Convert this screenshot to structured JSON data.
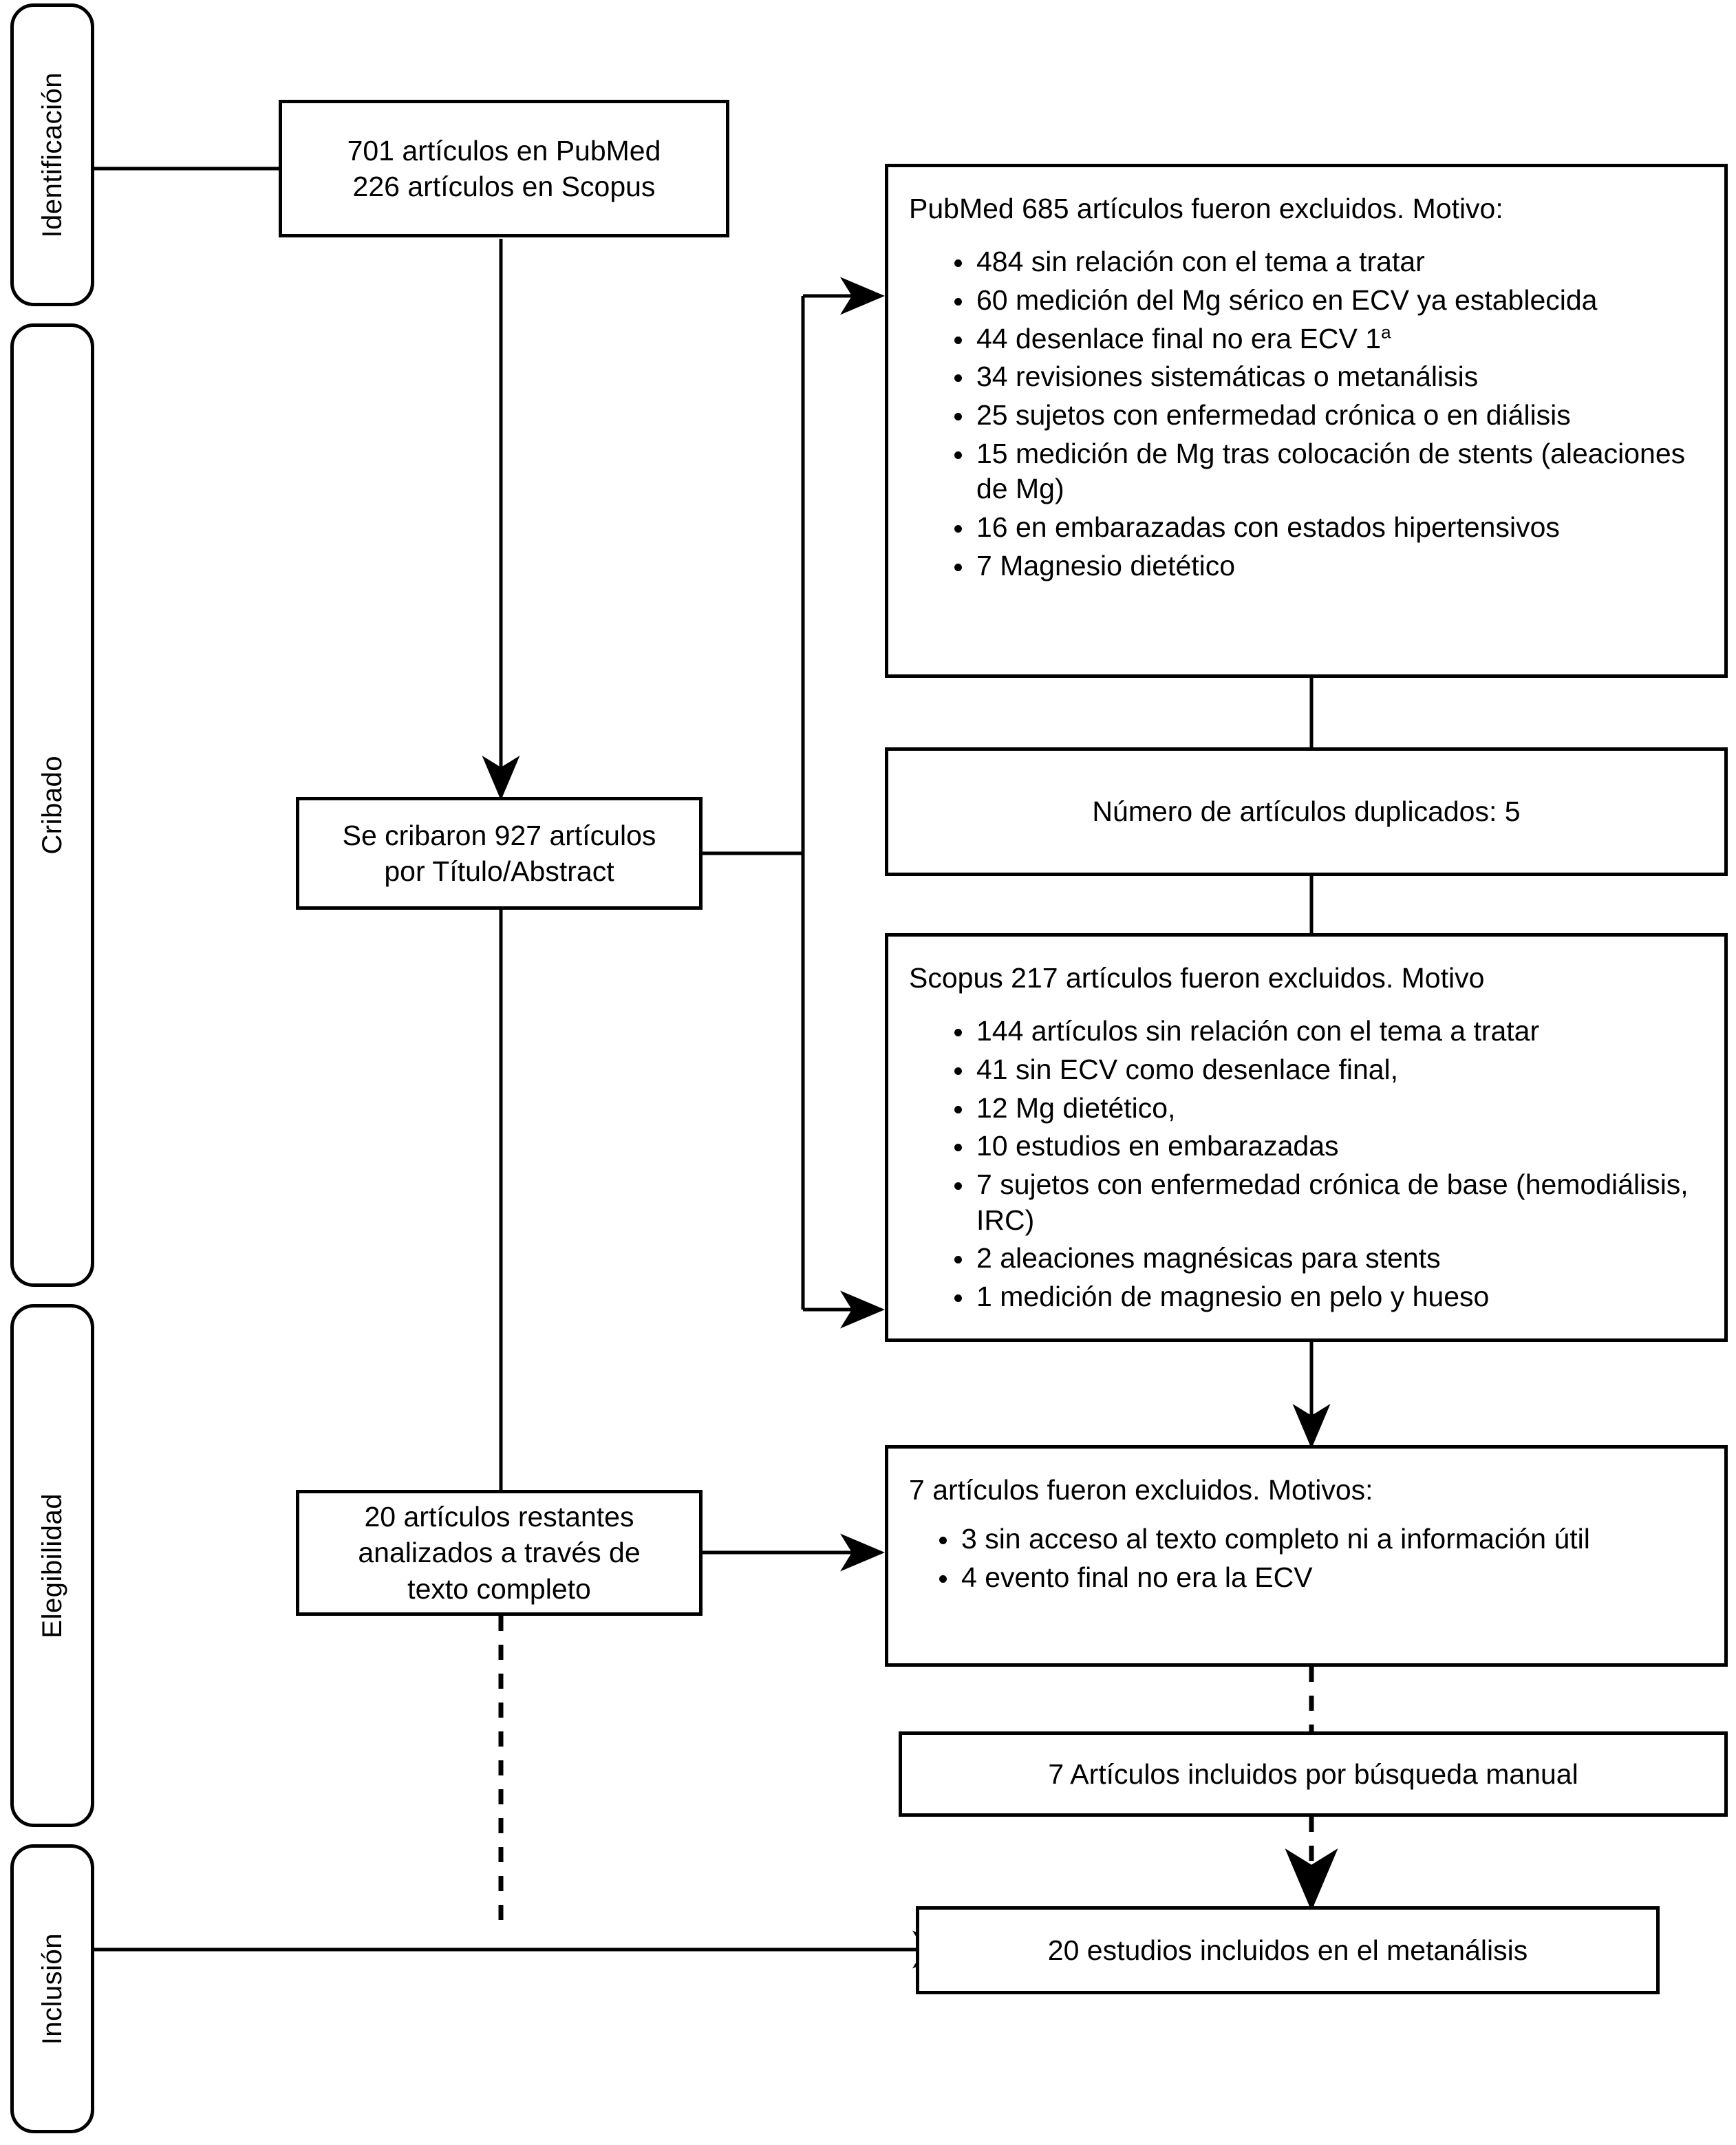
{
  "diagram": {
    "type": "prisma-flow-diagram",
    "language": "es"
  },
  "phases": [
    {
      "id": "identificacion",
      "label": "Identificación"
    },
    {
      "id": "cribado",
      "label": "Cribado"
    },
    {
      "id": "elegibilidad",
      "label": "Elegibilidad"
    },
    {
      "id": "inclusion",
      "label": "Inclusión"
    }
  ],
  "boxes": {
    "identification": {
      "line1": "701 artículos en PubMed",
      "line2": "226 artículos en Scopus",
      "text": "701 artículos en PubMed\n226 artículos en Scopus"
    },
    "pubmed_excluded": {
      "title": "PubMed 685 artículos fueron excluidos. Motivo:",
      "reasons": [
        "484 sin relación con el tema a tratar",
        "60 medición del Mg sérico en ECV ya establecida",
        "44 desenlace final no era ECV 1ª",
        "34 revisiones sistemáticas o metanálisis",
        "25 sujetos con enfermedad crónica o en diálisis",
        "15 medición de Mg tras colocación de stents (aleaciones de Mg)",
        "16 en embarazadas con estados hipertensivos",
        " 7 Magnesio dietético"
      ]
    },
    "duplicates": {
      "text": "Número de artículos duplicados: 5"
    },
    "screening": {
      "text": "Se cribaron 927 artículos\npor Título/Abstract"
    },
    "scopus_excluded": {
      "title": "Scopus 217 artículos fueron excluidos. Motivo",
      "reasons": [
        "144 artículos sin relación con el tema a tratar",
        "41 sin ECV como desenlace final,",
        "12 Mg dietético,",
        "10 estudios en embarazadas",
        " 7 sujetos con enfermedad crónica de base (hemodiálisis, IRC)",
        "2 aleaciones magnésicas para stents",
        "1 medición de magnesio en pelo y hueso"
      ]
    },
    "fulltext": {
      "text": "20 artículos restantes\nanalizados a través de\ntexto completo"
    },
    "fulltext_excluded": {
      "title": "7  artículos fueron excluidos. Motivos:",
      "reasons": [
        "3 sin acceso al texto completo ni a información útil",
        "4 evento final no era la ECV"
      ]
    },
    "manual_search": {
      "text": "7 Artículos incluidos por búsqueda manual"
    },
    "included": {
      "text": "20 estudios incluidos en el metanálisis"
    }
  },
  "counts": {
    "pubmed_records": 701,
    "scopus_records": 226,
    "screened": 927,
    "pubmed_excluded": 685,
    "scopus_excluded": 217,
    "duplicates": 5,
    "fulltext_assessed": 20,
    "fulltext_excluded": 7,
    "manual_included": 7,
    "final_included": 20
  },
  "colors": {
    "stroke": "#000000",
    "background": "#ffffff",
    "text": "#000000"
  }
}
